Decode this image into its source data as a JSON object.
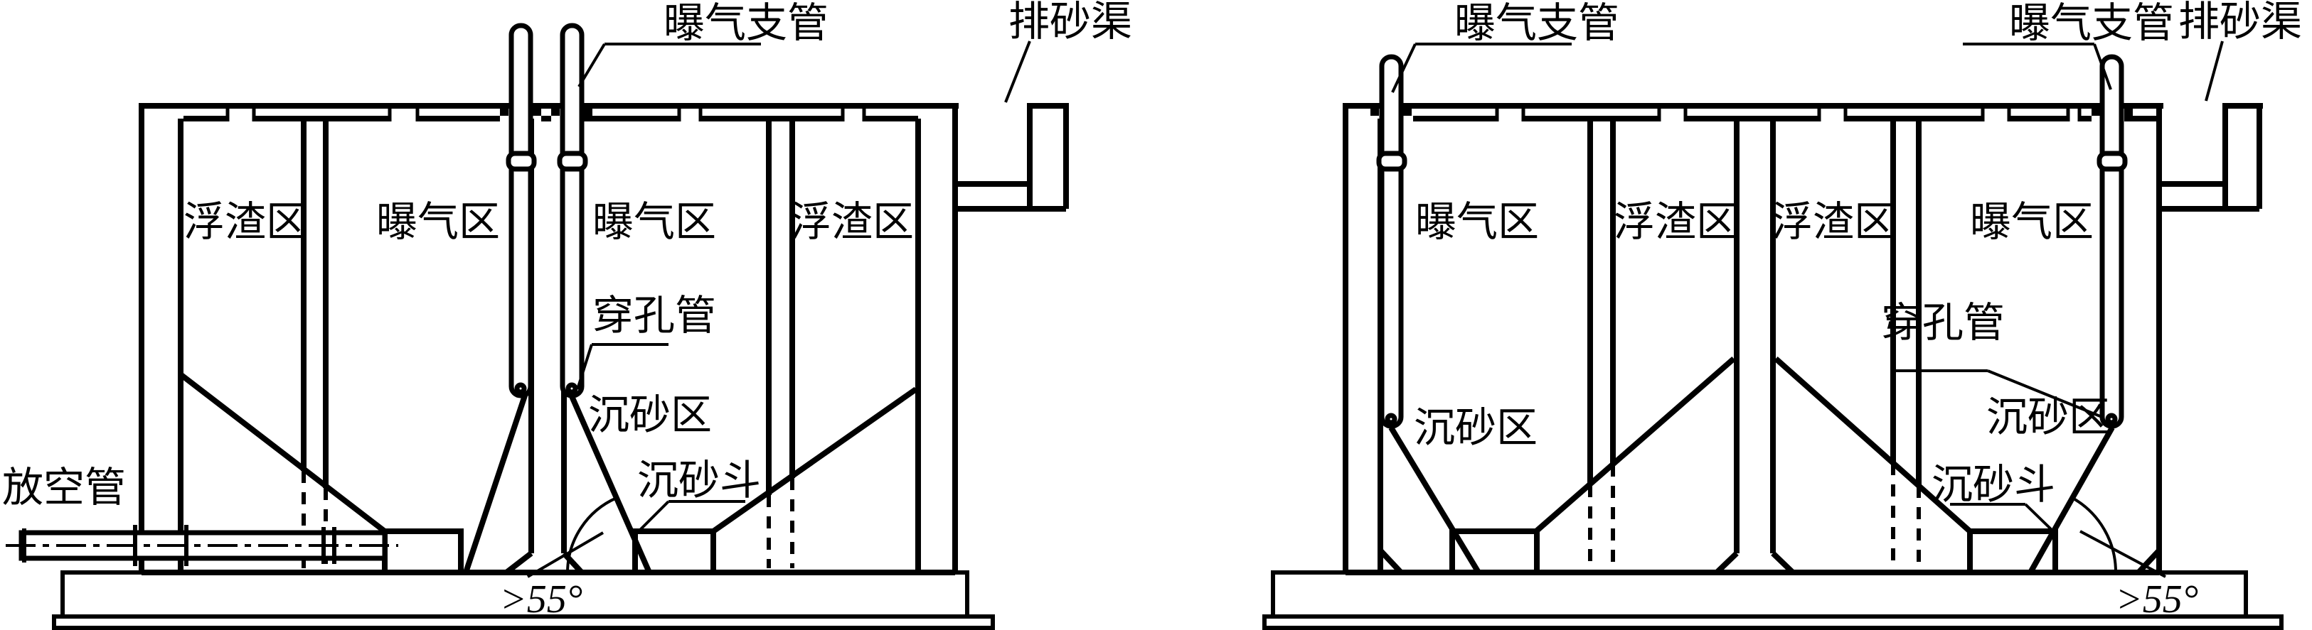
{
  "page": {
    "background": "#ffffff",
    "line_color": "#000000"
  },
  "labels": {
    "aeration_branch_pipe": "曝气支管",
    "sand_discharge_channel": "排砂渠",
    "scum_zone": "浮渣区",
    "aeration_zone": "曝气区",
    "perforated_pipe": "穿孔管",
    "grit_settling_zone": "沉砂区",
    "grit_hopper": "沉砂斗",
    "drain_pipe": "放空管",
    "hopper_angle": ">55°"
  }
}
